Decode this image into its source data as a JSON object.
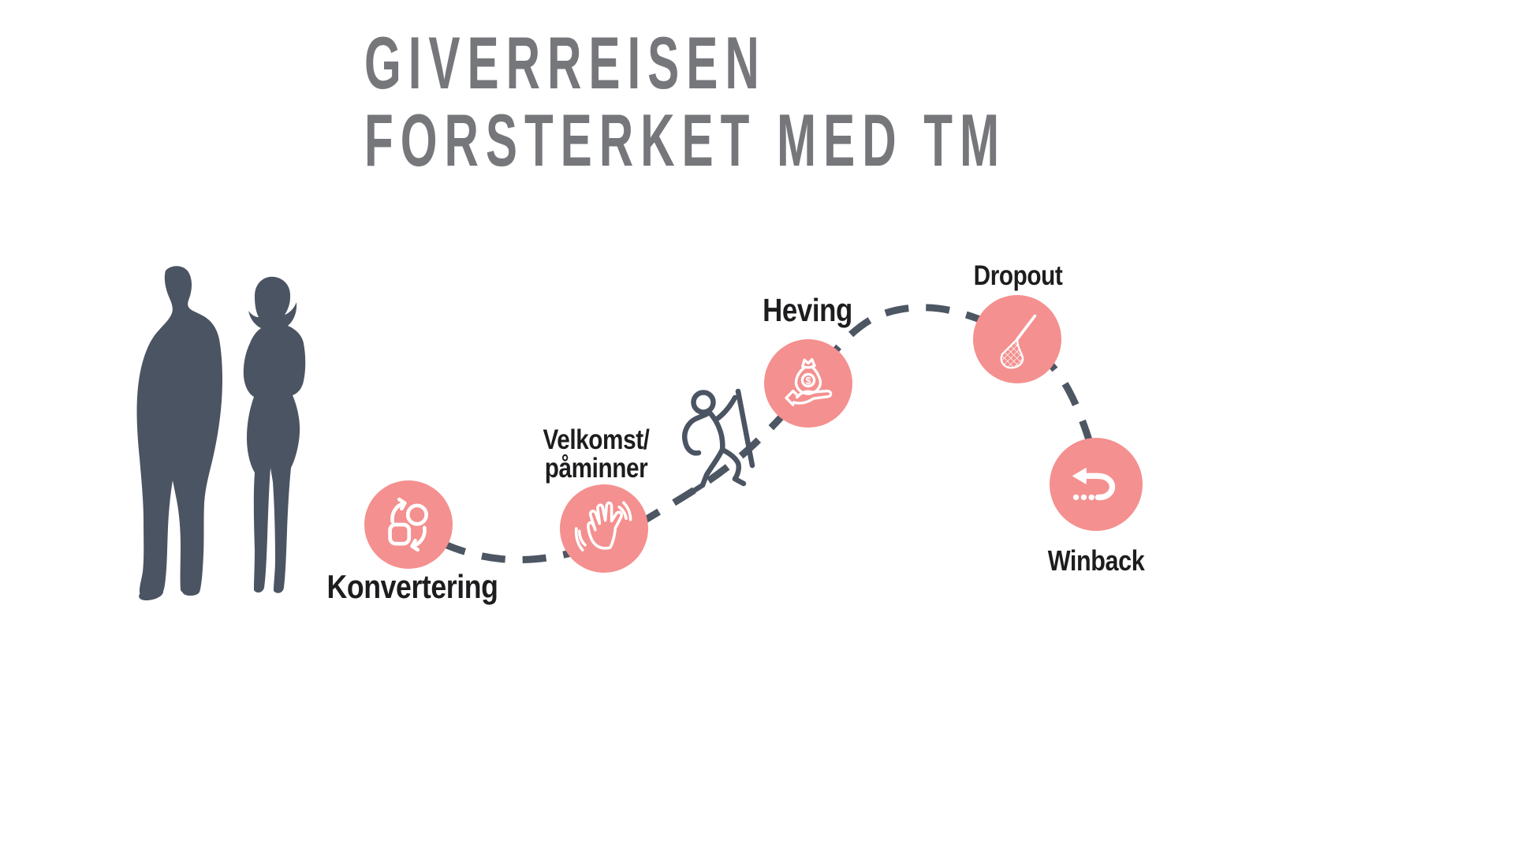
{
  "title": {
    "line1": "GIVERREISEN",
    "line2": "FORSTERKET MED TM"
  },
  "journey": {
    "stages": [
      {
        "label": "Konvertering",
        "icon": "convert-icon"
      },
      {
        "label": "Velkomst/\npåminner",
        "icon": "waving-hand-icon"
      },
      {
        "label": "Heving",
        "icon": "donation-hand-icon"
      },
      {
        "label": "Dropout",
        "icon": "butterfly-net-icon"
      },
      {
        "label": "Winback",
        "icon": "return-arrow-icon"
      }
    ]
  },
  "figures": {
    "couple": "man-and-woman-silhouette",
    "climber": "hiker-climbing-figure"
  },
  "colors": {
    "accent_pink": "#F4908F",
    "slate": "#4D5663",
    "title_gray": "#76777B",
    "label_black": "#1D1D1F",
    "background": "#FFFFFF"
  }
}
